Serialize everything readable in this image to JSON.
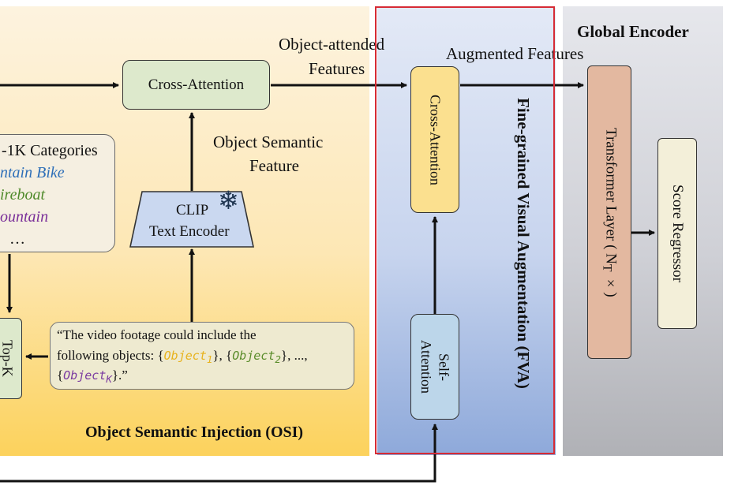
{
  "osi": {
    "title": "Object Semantic Injection (OSI)",
    "cross_attention": "Cross-Attention",
    "object_attended_1": "Object-attended",
    "object_attended_2": "Features",
    "object_semantic_1": "Object Semantic",
    "object_semantic_2": "Feature",
    "clip_line1": "CLIP",
    "clip_line2": "Text Encoder",
    "categories_title": "-1K Categories",
    "cat1": "ntain Bike",
    "cat2": "ireboat",
    "cat3": "ountain",
    "cat_more": "…",
    "topk": "Top-K",
    "prompt_line1": "“The video footage could include the",
    "prompt_line2a": "following objects: {",
    "obj1": "Object",
    "obj1_sub": "1",
    "sep": "}, {",
    "obj2": "Object",
    "obj2_sub": "2",
    "prompt_line2b": "}, ...,",
    "prompt_line3a": "{",
    "objk": "Object",
    "objk_sub": "K",
    "prompt_line3b": "}.”"
  },
  "fva": {
    "title": "Fine-grained Visual Augmentation (FVA)",
    "cross_attention": "Cross-Attention",
    "self_attention_1": "Self-",
    "self_attention_2": "Attention",
    "augmented": "Augmented Features"
  },
  "ge": {
    "title": "Global Encoder",
    "transformer_a": "Transformer Layer ( N",
    "transformer_sub": "T",
    "transformer_b": " ×)",
    "score_regressor": "Score Regressor"
  },
  "colors": {
    "object1": "#e8b21c",
    "object2": "#5a8c2a",
    "objectk": "#7a3aa0",
    "cat1": "#2e6fb8",
    "cat2": "#4f8a2b",
    "cat3": "#7a2f99",
    "fva_border": "#d62b35"
  }
}
